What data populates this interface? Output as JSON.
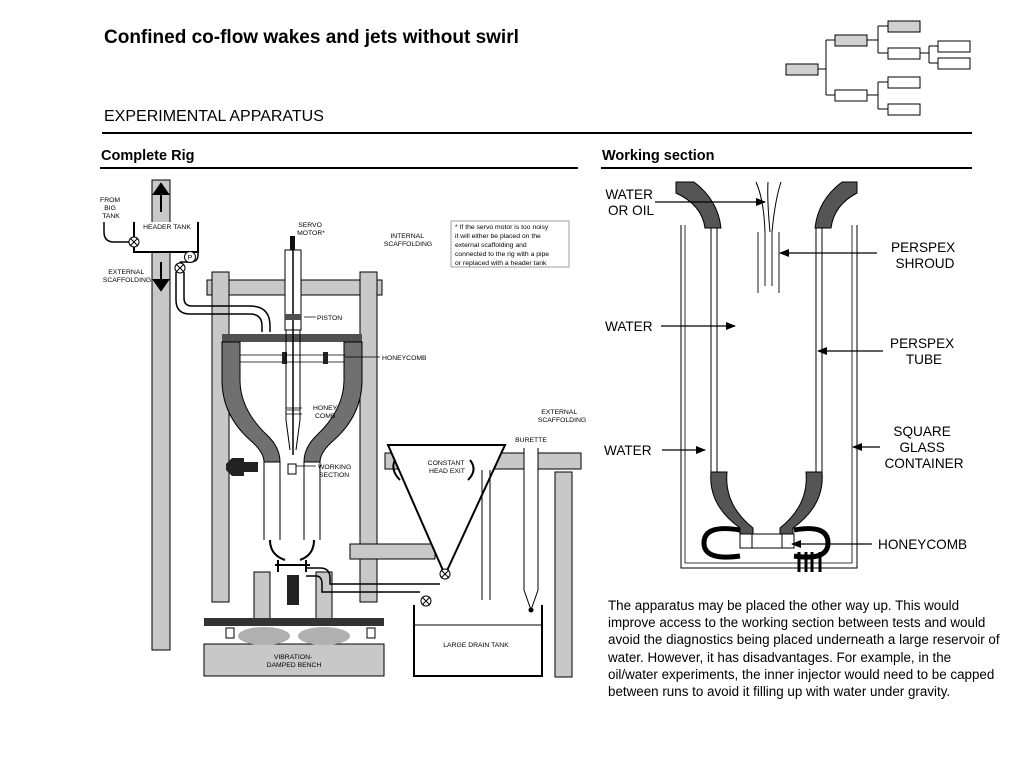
{
  "header": {
    "title": "Confined co-flow wakes and jets without swirl",
    "section": "EXPERIMENTAL APPARATUS"
  },
  "panels": {
    "left_title": "Complete Rig",
    "right_title": "Working section"
  },
  "rig_labels": {
    "from_big_tank": [
      "FROM",
      "BIG",
      "TANK"
    ],
    "header_tank": "HEADER TANK",
    "pump": "P",
    "external_scaffolding_left": [
      "EXTERNAL",
      "SCAFFOLDING"
    ],
    "servo_motor": [
      "SERVO",
      "MOTOR*"
    ],
    "internal_scaffolding": [
      "INTERNAL",
      "SCAFFOLDING"
    ],
    "note": [
      "* If the servo motor is too noisy",
      "it will either be placed on the",
      "external scaffolding and",
      "connected to the rig with a pipe",
      "or replaced with a header tank"
    ],
    "piston": "PISTON",
    "honeycomb": "HONEYCOMB",
    "honey_comb": [
      "HONEY",
      "COMB"
    ],
    "working_section": [
      "WORKING",
      "SECTION"
    ],
    "external_scaffolding_right": [
      "EXTERNAL",
      "SCAFFOLDING"
    ],
    "burette": "BURETTE",
    "constant_head_exit": [
      "CONSTANT",
      "HEAD EXIT"
    ],
    "large_drain_tank": "LARGE DRAIN TANK",
    "vibration_damped_bench": [
      "VIBRATION-",
      "DAMPED BENCH"
    ]
  },
  "ws_labels": {
    "water_or_oil": [
      "WATER",
      "OR OIL"
    ],
    "perspex_shroud": [
      "PERSPEX",
      "SHROUD"
    ],
    "water_1": "WATER",
    "perspex_tube": [
      "PERSPEX",
      "TUBE"
    ],
    "water_2": "WATER",
    "square_glass_container": [
      "SQUARE",
      "GLASS",
      "CONTAINER"
    ],
    "honeycomb": "HONEYCOMB"
  },
  "description": "The apparatus may be placed the other way up. This would improve access to the working section between tests and would avoid the diagnostics being placed underneath a large reservoir of water. However, it has disadvantages. For example, in the oil/water experiments, the inner injector would need to be capped between runs to avoid it filling up with water under gravity.",
  "colors": {
    "structure": "#c8c8c8",
    "dark": "#505050",
    "ink": "#000000",
    "thumb_box": "#d0d0d0"
  }
}
